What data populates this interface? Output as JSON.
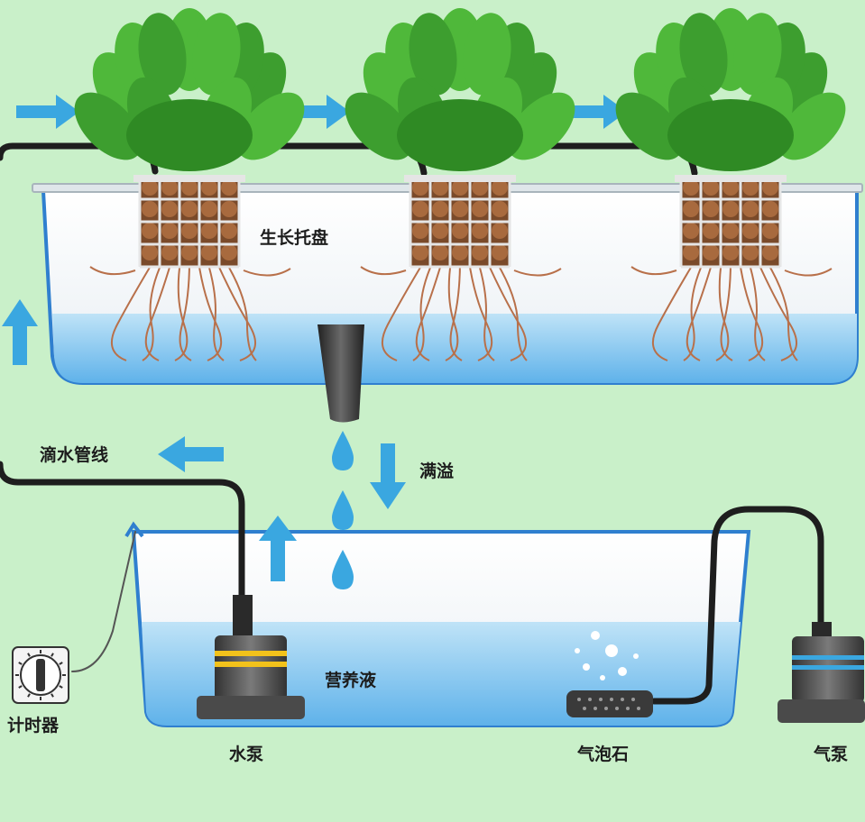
{
  "labels": {
    "grow_tray": "生长托盘",
    "drip_line": "滴水管线",
    "overflow": "满溢",
    "nutrient_solution": "营养液",
    "timer": "计时器",
    "water_pump": "水泵",
    "air_stone": "气泡石",
    "air_pump": "气泵"
  },
  "colors": {
    "background": "#c9f0c9",
    "arrow": "#3aa7e0",
    "water": "#7cc3ef",
    "tray_border": "#3d8fd6",
    "pipe": "#1e1e1e",
    "leaf": "#3d9e2f",
    "root": "#b8704a"
  },
  "icons": [
    "flow-arrow-icon",
    "water-drop-icon",
    "plant-icon",
    "net-pot-icon",
    "pump-icon",
    "air-stone-icon",
    "timer-icon"
  ]
}
